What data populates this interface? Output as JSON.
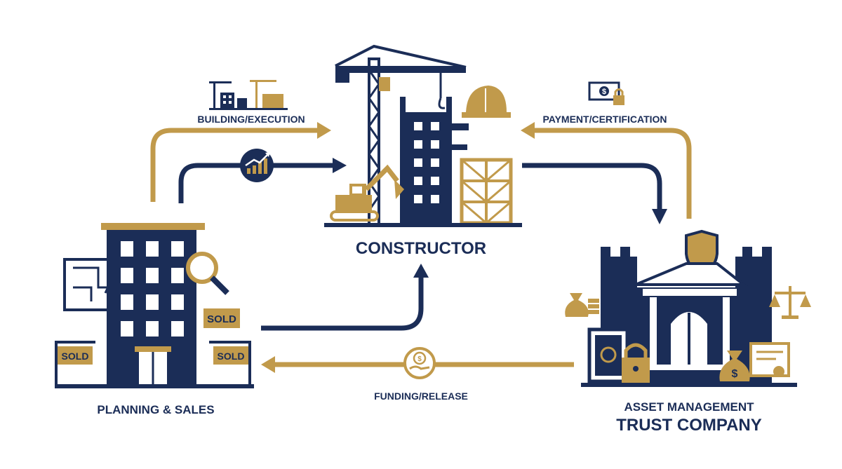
{
  "colors": {
    "navy": "#1b2d57",
    "gold": "#c19a4b",
    "white": "#ffffff"
  },
  "nodes": {
    "planning": {
      "label": "PLANNING & SALES",
      "sold_signs": [
        "SOLD",
        "SOLD",
        "SOLD"
      ]
    },
    "constructor": {
      "label": "CONSTRUCTOR"
    },
    "trust": {
      "label_line1": "ASSET MANAGEMENT",
      "label_line2": "TRUST COMPANY"
    }
  },
  "flows": {
    "building": {
      "label": "BUILDING/EXECUTION"
    },
    "payment": {
      "label": "PAYMENT/CERTIFICATION"
    },
    "funding": {
      "label": "FUNDING/RELEASE"
    }
  },
  "icons": {
    "dollar": "$"
  }
}
